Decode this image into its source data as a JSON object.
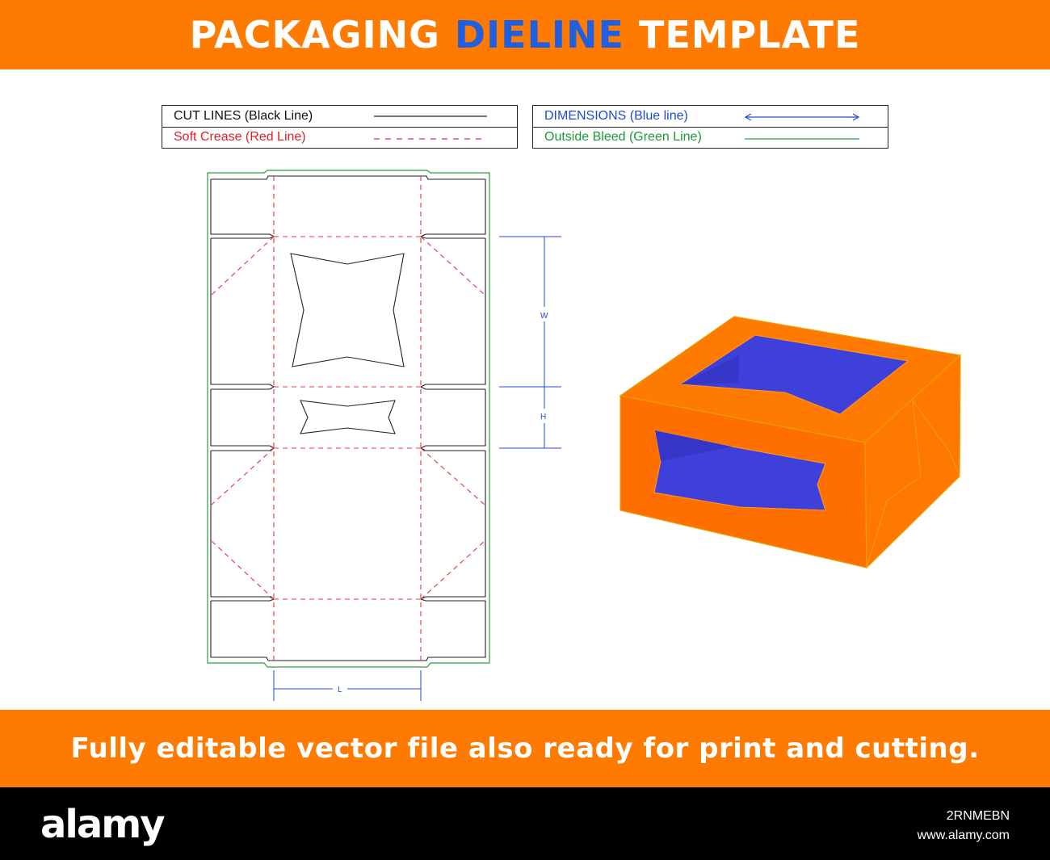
{
  "header": {
    "title_part1": "PACKAGING",
    "title_accent": "DIELINE",
    "title_part2": "TEMPLATE"
  },
  "legend": {
    "cut_lines": "CUT LINES (Black Line)",
    "soft_crease": "Soft Crease (Red Line)",
    "dimensions": "DIMENSIONS (Blue line)",
    "outside_bleed": "Outside Bleed (Green Line)"
  },
  "dimensions": {
    "width_label": "W",
    "height_label": "H",
    "length_label": "L"
  },
  "footer_banner": {
    "text": "Fully editable vector file also ready for print and cutting."
  },
  "watermark": {
    "logo": "alamy",
    "image_id": "2RNMEBN",
    "site": "www.alamy.com"
  },
  "colors": {
    "banner": "#ff7a00",
    "accent": "#1f5fe0",
    "cut_line": "#222222",
    "crease_line": "#e8333a",
    "dimension_line": "#1e4bd6",
    "bleed_line": "#2e9e3e",
    "box_orange": "#ff7300",
    "box_window": "#3f3fd9"
  }
}
